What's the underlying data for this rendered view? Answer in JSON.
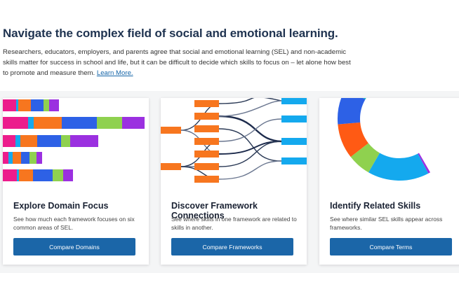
{
  "hero": {
    "title": "Navigate the complex field of social and emotional learning.",
    "description": "Researchers, educators, employers, and parents agree that social and emotional learning (SEL) and non-academic skills matter for success in school and life, but it can be difficult to decide which skills to focus on – let alone how best to promote and measure them.",
    "learn_more": "Learn More."
  },
  "colors": {
    "title": "#1f3350",
    "button": "#1b66a8",
    "pink": "#ec1c8c",
    "orange": "#f7761f",
    "blue": "#2d61e6",
    "sky": "#14a9ee",
    "green": "#8fd14f",
    "purple": "#9b30e0",
    "red": "#ff5a14",
    "navy": "#1d2b4c",
    "teal": "#1ab8bf",
    "yellow": "#f7c81e"
  },
  "cards": [
    {
      "title": "Explore Domain Focus",
      "description": "See how much each framework focuses on six common areas of SEL.",
      "button": "Compare Domains"
    },
    {
      "title": "Discover Framework Connections",
      "description": "See where skills in one framework are related to skills in another.",
      "button": "Compare Frameworks"
    },
    {
      "title": "Identify Related Skills",
      "description": "See where similar SEL skills appear across frameworks.",
      "button": "Compare Terms"
    }
  ]
}
